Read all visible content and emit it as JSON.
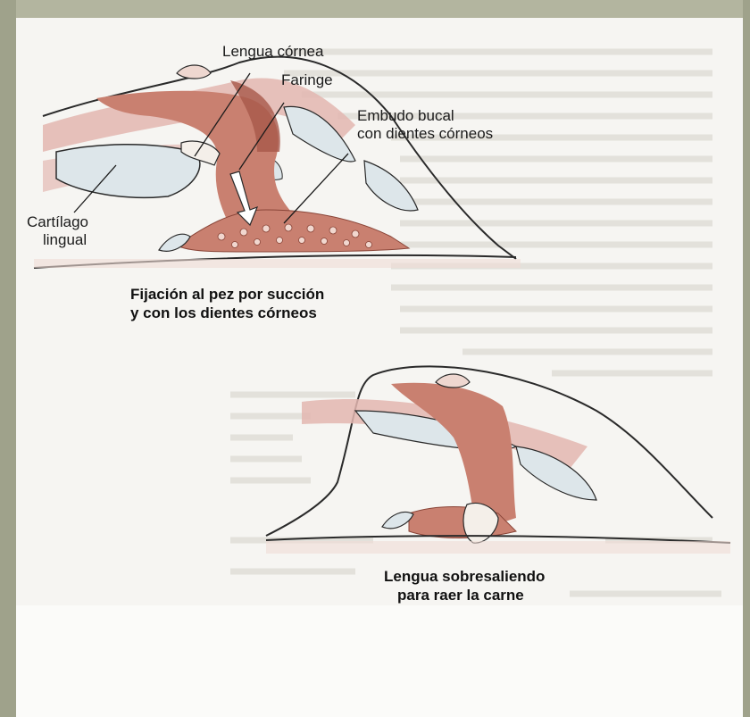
{
  "labels": {
    "lengua_cornea": "Lengua córnea",
    "faringe": "Faringe",
    "embudo_line1": "Embudo bucal",
    "embudo_line2": "con dientes córneos",
    "cartilago_line1": "Cartílago",
    "cartilago_line2": "lingual"
  },
  "captions": {
    "top_line1": "Fijación al pez por succión",
    "top_line2": "y con los dientes córneos",
    "bottom_line1": "Lengua sobresaliendo",
    "bottom_line2": "para raer la carne"
  },
  "colors": {
    "flesh": "#c98070",
    "flesh_dark": "#a8574a",
    "pink_band": "#e3b6b0",
    "cartilage": "#dde6ea",
    "outline": "#2a2a2a"
  }
}
